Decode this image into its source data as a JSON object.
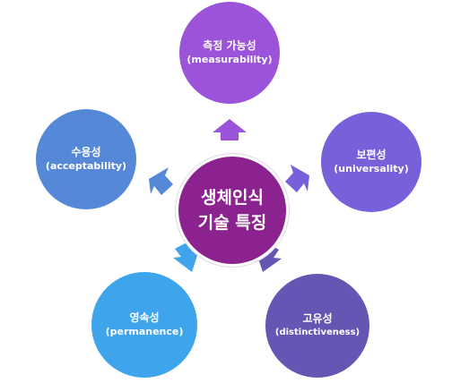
{
  "center": {
    "line1": "생체인식",
    "line2": "기술 특징"
  },
  "nodes": {
    "top": {
      "ko": "측정 가능성",
      "en": "(measurability)"
    },
    "left": {
      "ko": "수용성",
      "en": "(acceptability)"
    },
    "right": {
      "ko": "보편성",
      "en": "(universality)"
    },
    "bottom_left": {
      "ko": "영속성",
      "en": "(permanence)"
    },
    "bottom_right": {
      "ko": "고유성",
      "en": "(distinctiveness)"
    }
  },
  "colors": {
    "top": "#9b53d9",
    "left": "#5688d8",
    "right": "#7760da",
    "bottom_left": "#3ea4ec",
    "bottom_right": "#6456b3",
    "center": "#8c2290"
  }
}
